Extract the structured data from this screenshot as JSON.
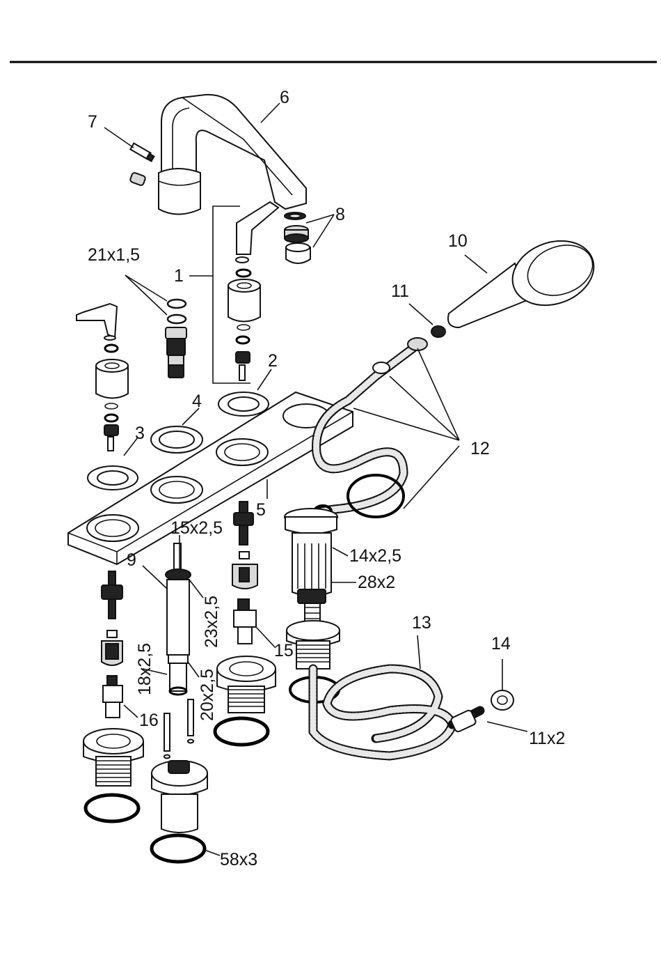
{
  "labels": {
    "l1": "1",
    "l2": "2",
    "l3": "3",
    "l4": "4",
    "l5": "5",
    "l6": "6",
    "l7": "7",
    "l8": "8",
    "l9": "9",
    "l10": "10",
    "l11": "11",
    "l12": "12",
    "l13": "13",
    "l14": "14",
    "l15": "15",
    "l16": "16",
    "o21x15": "21x1,5",
    "o15x25": "15x2,5",
    "o23x25": "23x2,5",
    "o18x25": "18x2,5",
    "o20x25": "20x2,5",
    "o14x25": "14x2,5",
    "o28x2": "28x2",
    "o11x2": "11x2",
    "o58x3": "58x3"
  }
}
